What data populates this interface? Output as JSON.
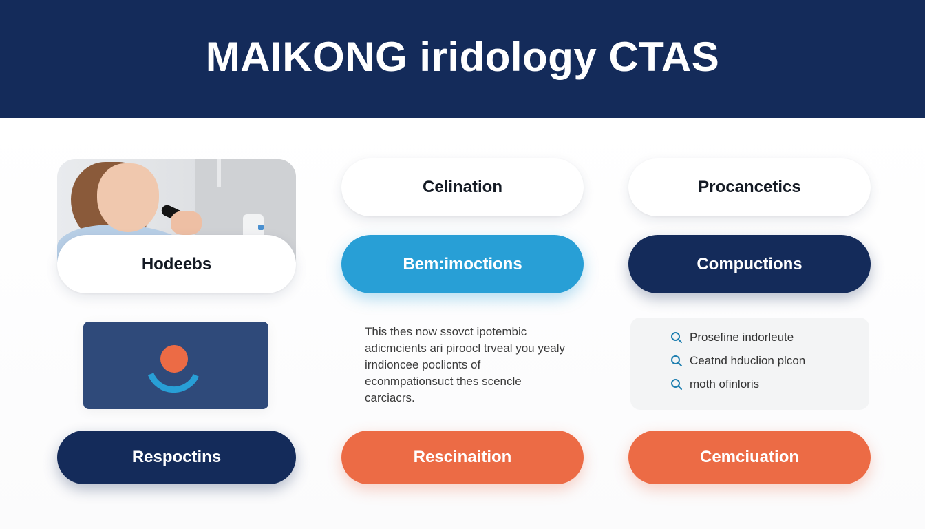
{
  "header": {
    "title": "MAIKONG iridology CTAS",
    "background": "#142b5a"
  },
  "colors": {
    "navy": "#142b5a",
    "blue": "#289fd6",
    "orange": "#ec6b45",
    "logo_panel": "#2f4a7a"
  },
  "grid": {
    "col1": {
      "photo_alt": "woman-using-device",
      "row1_label": "Hodeebs",
      "logo_icon": "orange-circle-with-blue-arc-logo",
      "bottom_label": "Respoctins"
    },
    "col2": {
      "row1_label": "Celination",
      "row2_label": "Bem:imoctions",
      "description": "This thes now ssovct ipotembic adicmcients ari piroocl trveal you yealy irndioncee poclicnts of econmpationsuct thes scencle carciacrs.",
      "bottom_label": "Rescinaition"
    },
    "col3": {
      "row1_label": "Procancetics",
      "row2_label": "Compuctions",
      "list": [
        {
          "icon": "search-icon",
          "text": "Prosefine indorleute"
        },
        {
          "icon": "search-icon",
          "text": "Ceatnd hduclion plcon"
        },
        {
          "icon": "search-icon",
          "text": "moth ofinloris"
        }
      ],
      "bottom_label": "Cemciuation"
    }
  }
}
